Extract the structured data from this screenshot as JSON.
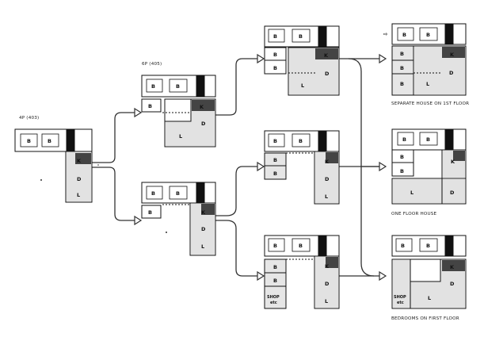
{
  "stage_labels": {
    "four_person": "4P (403)",
    "six_person": "6P (405)"
  },
  "outcome_labels": {
    "separate_house": "SEPARATE HOUSE ON 1ST FLOOR",
    "one_floor": "ONE FLOOR HOUSE",
    "bedrooms_first": "BEDROOMS ON FIRST FLOOR"
  },
  "room_letters": {
    "bedroom": "B",
    "kitchen": "K",
    "dining": "D",
    "living": "L",
    "shop_line1": "SHOP",
    "shop_line2": "etc"
  },
  "entry_arrow_glyph": "⇨"
}
